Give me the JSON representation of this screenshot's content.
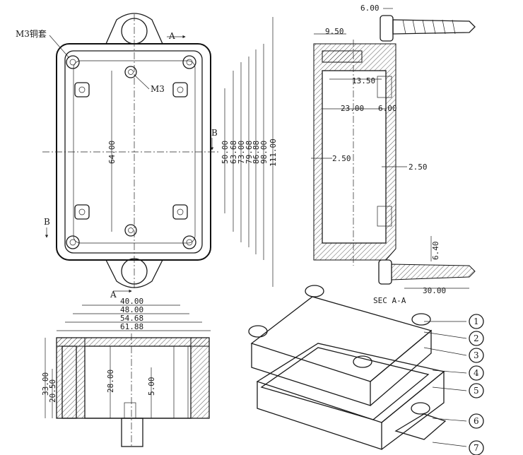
{
  "top_view": {
    "label_m3_insert": "M3铜套",
    "label_m3": "M3",
    "section_a": "A",
    "section_b": "B",
    "dims_vertical": [
      "64.00",
      "50.00",
      "63.68",
      "73.00",
      "79.68",
      "86.88",
      "98.00",
      "111.00"
    ],
    "dims_horizontal": [
      "40.00",
      "48.00",
      "54.68",
      "61.88"
    ]
  },
  "section_view": {
    "dims": [
      "6.00",
      "9.50",
      "13.50",
      "23.00",
      "6.00",
      "2.50",
      "2.50",
      "6.40",
      "30.00"
    ],
    "caption": "SEC A-A"
  },
  "side_view": {
    "dims": [
      "33.00",
      "20.50",
      "28.00",
      "5.00"
    ]
  },
  "callouts": [
    "1",
    "2",
    "3",
    "4",
    "5",
    "6",
    "7"
  ]
}
